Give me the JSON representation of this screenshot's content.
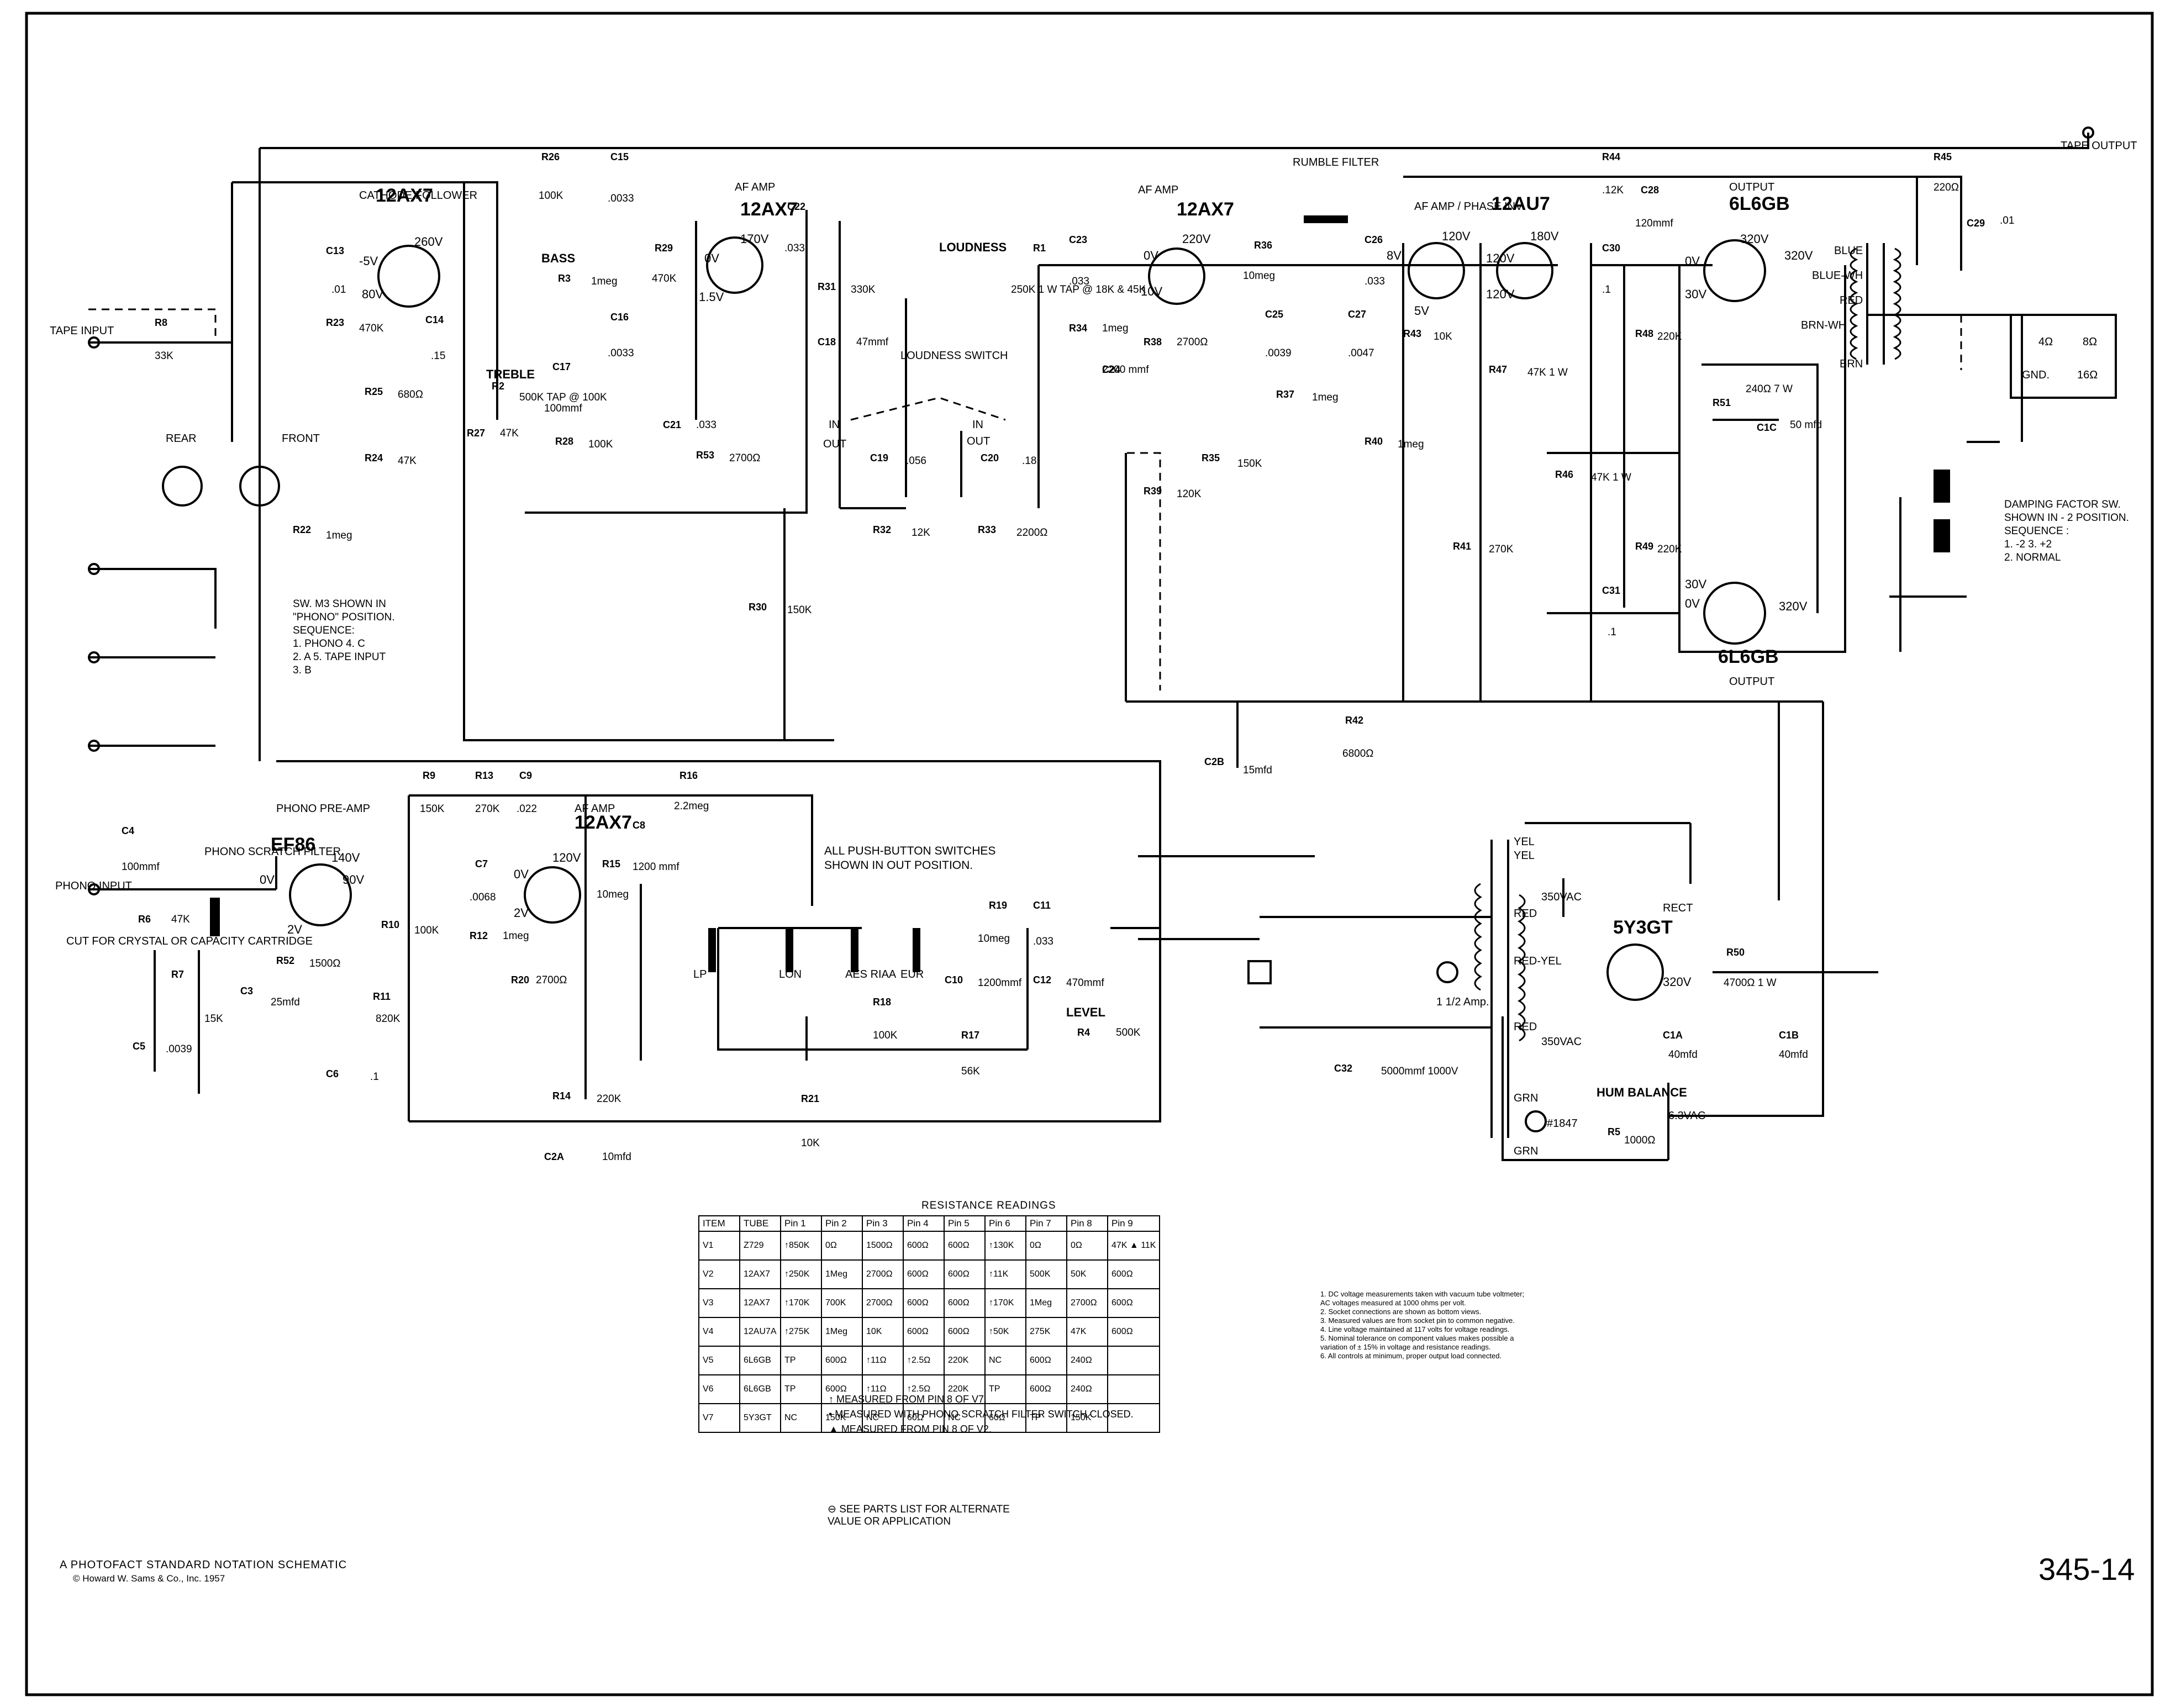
{
  "footer": {
    "title": "A PHOTOFACT STANDARD NOTATION SCHEMATIC",
    "copyright": "© Howard W. Sams & Co., Inc. 1957",
    "sheet_number": "345-14"
  },
  "tubes": [
    {
      "ref": "V1",
      "type": "EF86",
      "role": "PHONO PRE-AMP"
    },
    {
      "ref": "V2",
      "section": "A",
      "type": "12AX7",
      "role": "AF AMP"
    },
    {
      "ref": "V2",
      "section": "B",
      "type": "12AX7",
      "role": "CATHODE FOLLOWER"
    },
    {
      "ref": "V3",
      "section": "A",
      "type": "12AX7",
      "role": "AF AMP"
    },
    {
      "ref": "V3",
      "section": "B",
      "type": "12AX7",
      "role": "AF AMP"
    },
    {
      "ref": "V4",
      "type": "12AU7",
      "role": "AF AMP / PHASE INV"
    },
    {
      "ref": "V5",
      "type": "6L6GB",
      "role": "OUTPUT"
    },
    {
      "ref": "V6",
      "type": "6L6GB",
      "role": "OUTPUT"
    },
    {
      "ref": "V7",
      "type": "5Y3GT",
      "role": "RECT"
    }
  ],
  "labels": {
    "tape_input": "TAPE INPUT",
    "tape_output": "TAPE OUTPUT",
    "phono_input": "PHONO INPUT",
    "cut_note": "CUT FOR CRYSTAL OR CAPACITY CARTRIDGE",
    "m3_rear": "REAR",
    "m3_front": "FRONT",
    "bass": "BASS",
    "treble": "TREBLE",
    "loudness": "LOUDNESS",
    "loudness_switch": "LOUDNESS SWITCH",
    "rumble_filter": "RUMBLE FILTER",
    "phono_scratch_filter": "PHONO SCRATCH FILTER",
    "level": "LEVEL",
    "hum_balance": "HUM BALANCE",
    "lamp": "#1847",
    "fuse": "1 1/2 Amp.",
    "vac_350_top": "350VAC",
    "vac_350_bot": "350VAC",
    "vac_63": "6.3VAC",
    "blue": "BLUE",
    "blue_wh": "BLUE-WH",
    "red": "RED",
    "brn_wh": "BRN-WH",
    "brn": "BRN",
    "yel1": "YEL",
    "yel2": "YEL",
    "red_t1": "RED",
    "red_yel": "RED-YEL",
    "red_t1b": "RED",
    "grn1": "GRN",
    "grn2": "GRN",
    "tap_4": "4Ω",
    "tap_8": "8Ω",
    "tap_16": "16Ω",
    "gnd": "GND.",
    "pb_lp": "LP",
    "pb_lon": "LON",
    "pb_aes": "AES RIAA",
    "pb_eur": "EUR",
    "in": "IN",
    "out": "OUT",
    "a": "A",
    "b": "B"
  },
  "sw_note": [
    "SW. M3 SHOWN IN",
    "\"PHONO\" POSITION.",
    "SEQUENCE:",
    "1. PHONO   4. C",
    "2. A         5. TAPE INPUT",
    "3. B"
  ],
  "pb_note": [
    "ALL PUSH-BUTTON SWITCHES",
    "SHOWN IN OUT POSITION."
  ],
  "damp_note": [
    "DAMPING FACTOR SW.",
    "SHOWN IN - 2 POSITION.",
    "SEQUENCE :",
    "1. -2          3. +2",
    "2. NORMAL"
  ],
  "alt_note": [
    "⊖ SEE PARTS LIST FOR ALTERNATE",
    "VALUE OR APPLICATION"
  ],
  "components": [
    {
      "ref": "R1",
      "value": "250K 1 W TAP @ 18K & 45K"
    },
    {
      "ref": "R2",
      "value": "500K TAP @ 100K"
    },
    {
      "ref": "R3",
      "value": "1meg"
    },
    {
      "ref": "R4",
      "value": "500K"
    },
    {
      "ref": "R5",
      "value": "1000Ω"
    },
    {
      "ref": "R6",
      "value": "47K"
    },
    {
      "ref": "R7",
      "value": "15K"
    },
    {
      "ref": "R8",
      "value": "33K"
    },
    {
      "ref": "R9",
      "value": "150K"
    },
    {
      "ref": "R10",
      "value": "100K"
    },
    {
      "ref": "R11",
      "value": "820K"
    },
    {
      "ref": "R12",
      "value": "1meg"
    },
    {
      "ref": "R13",
      "value": "270K"
    },
    {
      "ref": "R14",
      "value": "220K"
    },
    {
      "ref": "R15",
      "value": "10meg"
    },
    {
      "ref": "R16",
      "value": "2.2meg"
    },
    {
      "ref": "R17",
      "value": "56K"
    },
    {
      "ref": "R18",
      "value": "100K"
    },
    {
      "ref": "R19",
      "value": "10meg"
    },
    {
      "ref": "R20",
      "value": "2700Ω"
    },
    {
      "ref": "R21",
      "value": "10K"
    },
    {
      "ref": "R22",
      "value": "1meg"
    },
    {
      "ref": "R23",
      "value": "470K"
    },
    {
      "ref": "R24",
      "value": "47K"
    },
    {
      "ref": "R25",
      "value": "680Ω"
    },
    {
      "ref": "R26",
      "value": "100K"
    },
    {
      "ref": "R27",
      "value": "47K"
    },
    {
      "ref": "R28",
      "value": "100K"
    },
    {
      "ref": "R29",
      "value": "470K"
    },
    {
      "ref": "R30",
      "value": "150K"
    },
    {
      "ref": "R31",
      "value": "330K"
    },
    {
      "ref": "R32",
      "value": "12K"
    },
    {
      "ref": "R33",
      "value": "2200Ω"
    },
    {
      "ref": "R34",
      "value": "1meg"
    },
    {
      "ref": "R35",
      "value": "150K"
    },
    {
      "ref": "R36",
      "value": "10meg"
    },
    {
      "ref": "R37",
      "value": "1meg"
    },
    {
      "ref": "R38",
      "value": "2700Ω"
    },
    {
      "ref": "R39",
      "value": "120K"
    },
    {
      "ref": "R40",
      "value": "1meg"
    },
    {
      "ref": "R41",
      "value": "270K"
    },
    {
      "ref": "R42",
      "value": "6800Ω"
    },
    {
      "ref": "R43",
      "value": "10K"
    },
    {
      "ref": "R44",
      "value": ".12K"
    },
    {
      "ref": "R45",
      "value": "220Ω"
    },
    {
      "ref": "R46",
      "value": "47K 1 W"
    },
    {
      "ref": "R47",
      "value": "47K 1 W"
    },
    {
      "ref": "R48",
      "value": "220K"
    },
    {
      "ref": "R49",
      "value": "220K"
    },
    {
      "ref": "R50",
      "value": "4700Ω 1 W"
    },
    {
      "ref": "R51",
      "value": "240Ω 7 W"
    },
    {
      "ref": "R52",
      "value": "1500Ω"
    },
    {
      "ref": "R53",
      "value": "2700Ω"
    },
    {
      "ref": "C1A",
      "value": "40mfd"
    },
    {
      "ref": "C1B",
      "value": "40mfd"
    },
    {
      "ref": "C1C",
      "value": "50 mfd"
    },
    {
      "ref": "C2A",
      "value": "10mfd"
    },
    {
      "ref": "C2B",
      "value": "15mfd"
    },
    {
      "ref": "C3",
      "value": "25mfd"
    },
    {
      "ref": "C4",
      "value": "100mmf"
    },
    {
      "ref": "C5",
      "value": ".0039"
    },
    {
      "ref": "C6",
      "value": ".1"
    },
    {
      "ref": "C7",
      "value": ".0068"
    },
    {
      "ref": "C8",
      "value": "1200 mmf"
    },
    {
      "ref": "C9",
      "value": ".022"
    },
    {
      "ref": "C10",
      "value": "1200mmf"
    },
    {
      "ref": "C11",
      "value": ".033"
    },
    {
      "ref": "C12",
      "value": "470mmf"
    },
    {
      "ref": "C13",
      "value": ".01"
    },
    {
      "ref": "C14",
      "value": ".15"
    },
    {
      "ref": "C15",
      "value": ".0033"
    },
    {
      "ref": "C16",
      "value": ".0033"
    },
    {
      "ref": "C17",
      "value": "100mmf"
    },
    {
      "ref": "C18",
      "value": "47mmf"
    },
    {
      "ref": "C19",
      "value": ".056"
    },
    {
      "ref": "C20",
      "value": ".18"
    },
    {
      "ref": "C21",
      "value": ".033"
    },
    {
      "ref": "C22",
      "value": ".033"
    },
    {
      "ref": "C23",
      "value": ".033"
    },
    {
      "ref": "C24",
      "value": "2200 mmf"
    },
    {
      "ref": "C25",
      "value": ".0039"
    },
    {
      "ref": "C26",
      "value": ".033"
    },
    {
      "ref": "C27",
      "value": ".0047"
    },
    {
      "ref": "C28",
      "value": "120mmf"
    },
    {
      "ref": "C29",
      "value": ".01"
    },
    {
      "ref": "C30",
      "value": ".1"
    },
    {
      "ref": "C31",
      "value": ".1"
    },
    {
      "ref": "C32",
      "value": "5000mmf 1000V"
    }
  ],
  "voltages": {
    "v2b_plate": "260V",
    "v2b_grid": "-5V",
    "v2b_cath": "80V",
    "v3a_plate": "170V",
    "v3a_grid": "0V",
    "v3a_cath": "1.5V",
    "v3b_plate": "220V",
    "v3b_grid": "0V",
    "v3b_cath": "10V",
    "v4_plate1": "120V",
    "v4_grid1": "8V",
    "v4_cath": "5V",
    "v4_plate2": "180V",
    "v4_grid2": "120V",
    "v4_cath2": "120V",
    "v5_plate": "320V",
    "v5_g2": "320V",
    "v5_grid": "0V",
    "v5_cath": "30V",
    "v6_plate": "320V",
    "v6_grid": "0V",
    "v6_cath": "30V",
    "v1_plate": "140V",
    "v1_screen": "90V",
    "v1_cath": "2V",
    "v1_grid": "0V",
    "v2a_plate": "120V",
    "v2a_grid": "0V",
    "v2a_cath": "2V",
    "rect_out": "320V"
  },
  "resistance_table": {
    "title": "RESISTANCE READINGS",
    "headers": [
      "ITEM",
      "TUBE",
      "Pin 1",
      "Pin 2",
      "Pin 3",
      "Pin 4",
      "Pin 5",
      "Pin 6",
      "Pin 7",
      "Pin 8",
      "Pin 9"
    ],
    "rows": [
      [
        "V1",
        "Z729",
        "↑850K",
        "0Ω",
        "1500Ω",
        "600Ω",
        "600Ω",
        "↑130K",
        "0Ω",
        "0Ω",
        "47K ▲ 11K"
      ],
      [
        "V2",
        "12AX7",
        "↑250K",
        "1Meg",
        "2700Ω",
        "600Ω",
        "600Ω",
        "↑11K",
        "500K",
        "50K",
        "600Ω"
      ],
      [
        "V3",
        "12AX7",
        "↑170K",
        "700K",
        "2700Ω",
        "600Ω",
        "600Ω",
        "↑170K",
        "1Meg",
        "2700Ω",
        "600Ω"
      ],
      [
        "V4",
        "12AU7A",
        "↑275K",
        "1Meg",
        "10K",
        "600Ω",
        "600Ω",
        "↑50K",
        "275K",
        "47K",
        "600Ω"
      ],
      [
        "V5",
        "6L6GB",
        "TP",
        "600Ω",
        "↑11Ω",
        "↑2.5Ω",
        "220K",
        "NC",
        "600Ω",
        "240Ω",
        ""
      ],
      [
        "V6",
        "6L6GB",
        "TP",
        "600Ω",
        "↑11Ω",
        "↑2.5Ω",
        "220K",
        "TP",
        "600Ω",
        "240Ω",
        ""
      ],
      [
        "V7",
        "5Y3GT",
        "NC",
        "150K",
        "NC",
        "60Ω",
        "NC",
        "60Ω",
        "TP",
        "150K",
        ""
      ]
    ],
    "footnotes": [
      "↑   MEASURED FROM PIN 8 OF V7.",
      "•   MEASURED WITH PHONO SCRATCH FILTER SWITCH CLOSED.",
      "▲   MEASURED FROM PIN 8 OF V2."
    ]
  },
  "notes": [
    "1. DC voltage measurements taken with vacuum tube voltmeter;",
    "    AC voltages measured at 1000 ohms per volt.",
    "2. Socket connections are shown as bottom views.",
    "3. Measured values are from socket pin to common negative.",
    "4. Line voltage maintained at 117 volts for voltage readings.",
    "5. Nominal tolerance on component values makes possible a",
    "    variation of ± 15% in voltage and resistance readings.",
    "6. All controls at minimum, proper output load connected."
  ]
}
